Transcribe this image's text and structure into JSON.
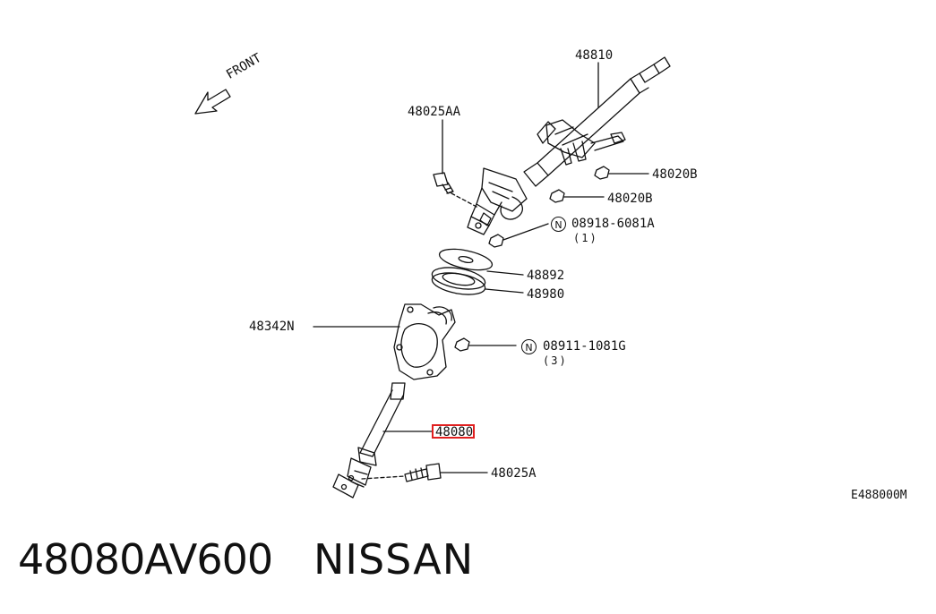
{
  "front_label": "FRONT",
  "drawing_code": "E488000M",
  "footer": {
    "part_number": "48080AV600",
    "brand": "NISSAN"
  },
  "highlight_color": "#e02020",
  "callouts": [
    {
      "id": "48810",
      "text": "48810"
    },
    {
      "id": "48025AA",
      "text": "48025AA"
    },
    {
      "id": "48020B_upper",
      "text": "48020B"
    },
    {
      "id": "48020B_lower",
      "text": "48020B"
    },
    {
      "id": "08918-6081A",
      "text": "08918-6081A",
      "prefix": "N",
      "qty": "(1)"
    },
    {
      "id": "48892",
      "text": "48892"
    },
    {
      "id": "48980",
      "text": "48980"
    },
    {
      "id": "48342N",
      "text": "48342N"
    },
    {
      "id": "08911-1081G",
      "text": "08911-1081G",
      "prefix": "N",
      "qty": "(3)"
    },
    {
      "id": "48080",
      "text": "48080",
      "highlighted": true
    },
    {
      "id": "48025A",
      "text": "48025A"
    }
  ]
}
